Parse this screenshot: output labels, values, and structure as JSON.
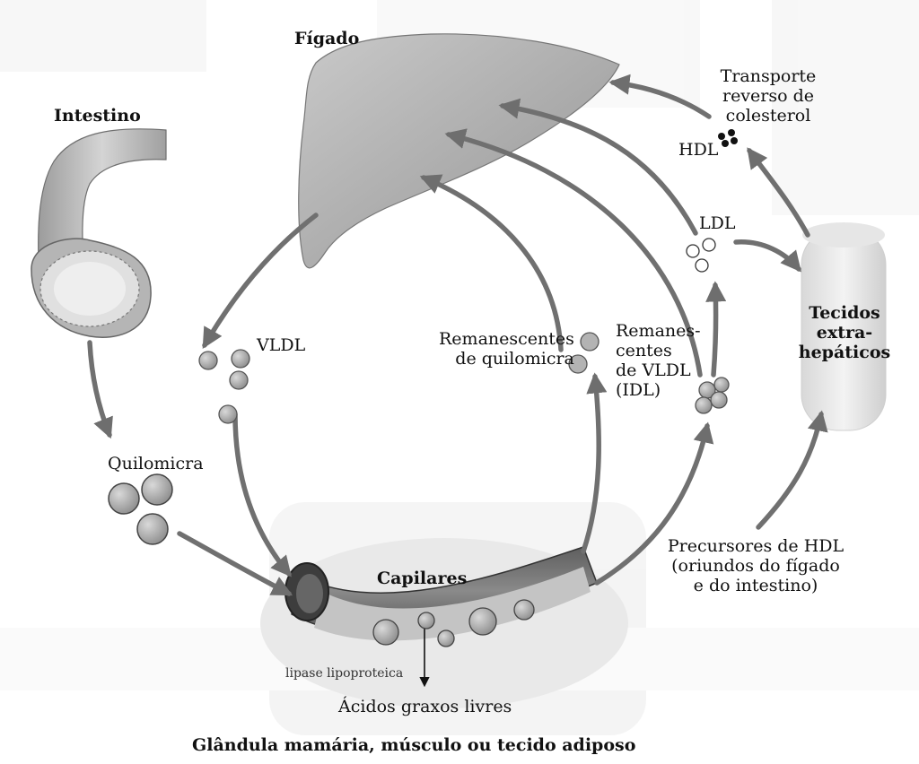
{
  "labels": {
    "liver": "Fígado",
    "intestine": "Intestino",
    "vldl": "VLDL",
    "chylomicron": "Quilomicra",
    "chylo_remnants": "Remanescentes\nde quilomicra",
    "idl": "Remanes-\ncentes\nde VLDL\n(IDL)",
    "ldl": "LDL",
    "hdl": "HDL",
    "reverse_transport": "Transporte\nreverso de\ncolesterol",
    "extrahepatic": "Tecidos\nextra-\nhepáticos",
    "hdl_precursors": "Precursores de HDL\n(oriundos do fígado\ne do intestino)",
    "capillaries": "Capilares",
    "lipase": "lipase lipoproteica",
    "free_fatty_acids": "Ácidos graxos livres",
    "target_tissues": "Glândula mamária, músculo ou tecido adiposo"
  },
  "colors": {
    "arrow": "#707070",
    "organ": "#a8a8a8",
    "particle": "#a0a0a0",
    "text": "#111111"
  }
}
